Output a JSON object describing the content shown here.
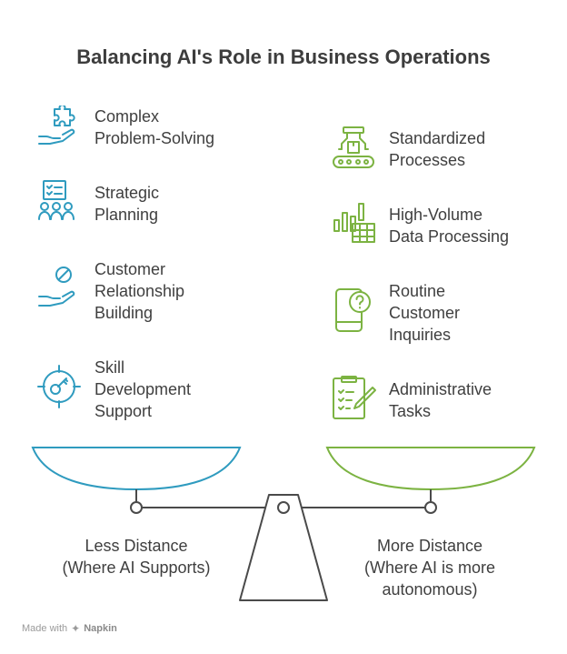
{
  "title": "Balancing AI's Role in Business Operations",
  "left_items": [
    {
      "icon": "puzzle-hand-icon",
      "line1": "Complex",
      "line2": "Problem-Solving",
      "line3": ""
    },
    {
      "icon": "team-planning-icon",
      "line1": "Strategic",
      "line2": "Planning",
      "line3": ""
    },
    {
      "icon": "hand-person-icon",
      "line1": "Customer",
      "line2": "Relationship",
      "line3": "Building"
    },
    {
      "icon": "target-key-icon",
      "line1": "Skill",
      "line2": "Development",
      "line3": "Support"
    }
  ],
  "right_items": [
    {
      "icon": "robot-conveyor-icon",
      "line1": "Standardized",
      "line2": "Processes",
      "line3": ""
    },
    {
      "icon": "bar-chart-table-icon",
      "line1": "High-Volume",
      "line2": "Data Processing",
      "line3": ""
    },
    {
      "icon": "phone-question-icon",
      "line1": "Routine",
      "line2": "Customer",
      "line3": "Inquiries"
    },
    {
      "icon": "clipboard-pencil-icon",
      "line1": "Administrative",
      "line2": "Tasks",
      "line3": ""
    }
  ],
  "left_caption": {
    "line1": "Less Distance",
    "line2": "(Where AI Supports)"
  },
  "right_caption": {
    "line1": "More Distance",
    "line2": "(Where AI is more",
    "line3": "autonomous)"
  },
  "footer": {
    "prefix": "Made with",
    "brand": "Napkin"
  },
  "colors": {
    "left_accent": "#2f9bbf",
    "right_accent": "#7cb342",
    "text": "#3f3f3f",
    "scale": "#4a4a4a"
  }
}
